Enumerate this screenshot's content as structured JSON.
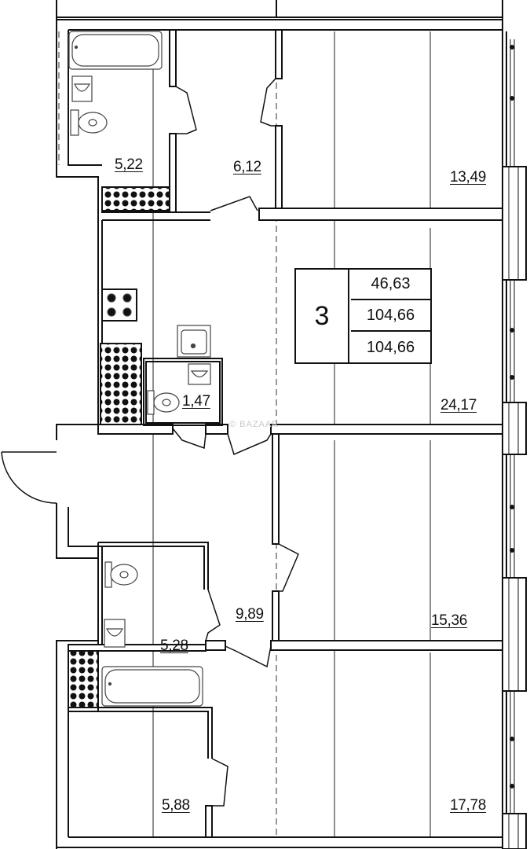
{
  "rooms": {
    "bathroom_top": "5,22",
    "wardrobe_top": "6,12",
    "bedroom_top": "13,49",
    "wc_small": "1,47",
    "kitchen_living": "24,17",
    "hall": "9,89",
    "bathroom_bottom": "5,28",
    "bedroom_middle": "15,36",
    "room_bottom_left": "5,88",
    "bedroom_bottom": "17,78"
  },
  "summary": {
    "rooms_count": "3",
    "living_area": "46,63",
    "total_area": "104,66",
    "total_area_2": "104,66"
  },
  "watermark": "© BAZAAR"
}
